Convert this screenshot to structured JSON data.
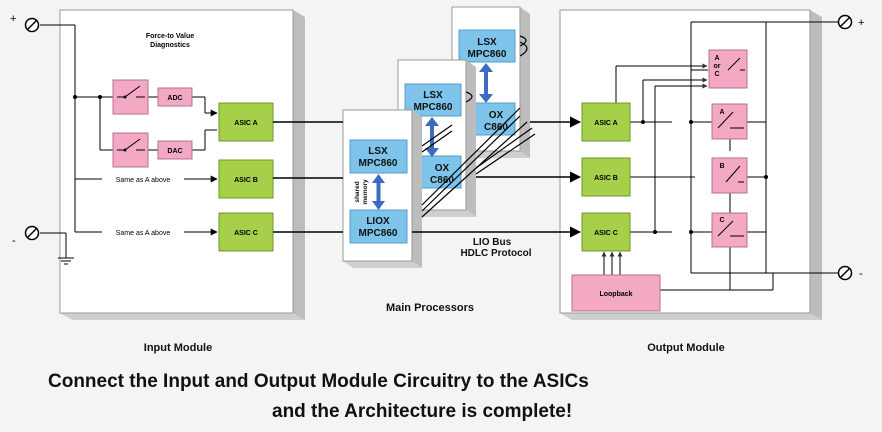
{
  "input_module": {
    "title": "Input  Module",
    "diag_title_1": "Force-to  Value",
    "diag_title_2": "Diagnostics",
    "adc": "ADC",
    "dac": "DAC",
    "asic_a": "ASIC  A",
    "asic_b": "ASIC  B",
    "asic_c": "ASIC  C",
    "same_b": "Same as A above",
    "same_c": "Same as A above",
    "plus": "+",
    "minus": "-"
  },
  "main_processors": {
    "title": "Main  Processors",
    "lsx_line1": "LSX",
    "lsx_line2": "MPC860",
    "liox_line1": "LIOX",
    "liox_line2": "MPC860",
    "ox_line1": "OX",
    "ox_line2": "C860",
    "shared_memory_1": "shared",
    "shared_memory_2": "memory",
    "bus_line1": "LIO  Bus",
    "bus_line2": "HDLC  Protocol"
  },
  "output_module": {
    "title": "Output  Module",
    "asic_a": "ASIC  A",
    "asic_b": "ASIC  B",
    "asic_c": "ASIC  C",
    "loopback": "Loopback",
    "sw_a": "A",
    "sw_b": "B",
    "sw_c": "C",
    "sw_aorc_1": "A",
    "sw_aorc_2": "or",
    "sw_aorc_3": "C",
    "plus": "+",
    "minus": "-"
  },
  "caption": {
    "line1": "Connect the Input and Output Module Circuitry to the ASICs",
    "line2": "and the Architecture is complete!"
  },
  "colors": {
    "asic_green": "#a6cf4a",
    "switch_pink": "#f3a9c4",
    "processor_blue": "#7dc3ea",
    "arrow_blue": "#3d6bc0"
  }
}
